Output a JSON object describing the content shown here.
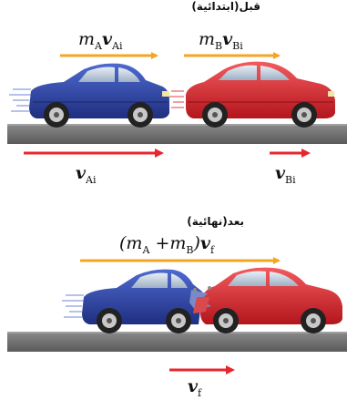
{
  "before": {
    "heading": "قبل(ابتدائية)",
    "momentum_a": {
      "m": "m",
      "m_sub": "A",
      "v": "v",
      "v_sub": "Ai"
    },
    "momentum_b": {
      "m": "m",
      "m_sub": "B",
      "v": "v",
      "v_sub": "Bi"
    },
    "velocity_a": {
      "v": "v",
      "sub": "Ai"
    },
    "velocity_b": {
      "v": "v",
      "sub": "Bi"
    }
  },
  "after": {
    "heading": "بعد(نهائية)",
    "momentum_combined": {
      "open": "(",
      "ma": "m",
      "ma_sub": "A",
      "plus": "+",
      "mb": "m",
      "mb_sub": "B",
      "close": ")",
      "v": "v",
      "v_sub": "f"
    },
    "velocity_final": {
      "v": "v",
      "sub": "f"
    }
  },
  "colors": {
    "momentum_arrow": "#f4a623",
    "velocity_arrow": "#e8262b",
    "car_a_body": "#2c46a8",
    "car_b_body": "#e2262d",
    "road": "#6b6b6b"
  }
}
